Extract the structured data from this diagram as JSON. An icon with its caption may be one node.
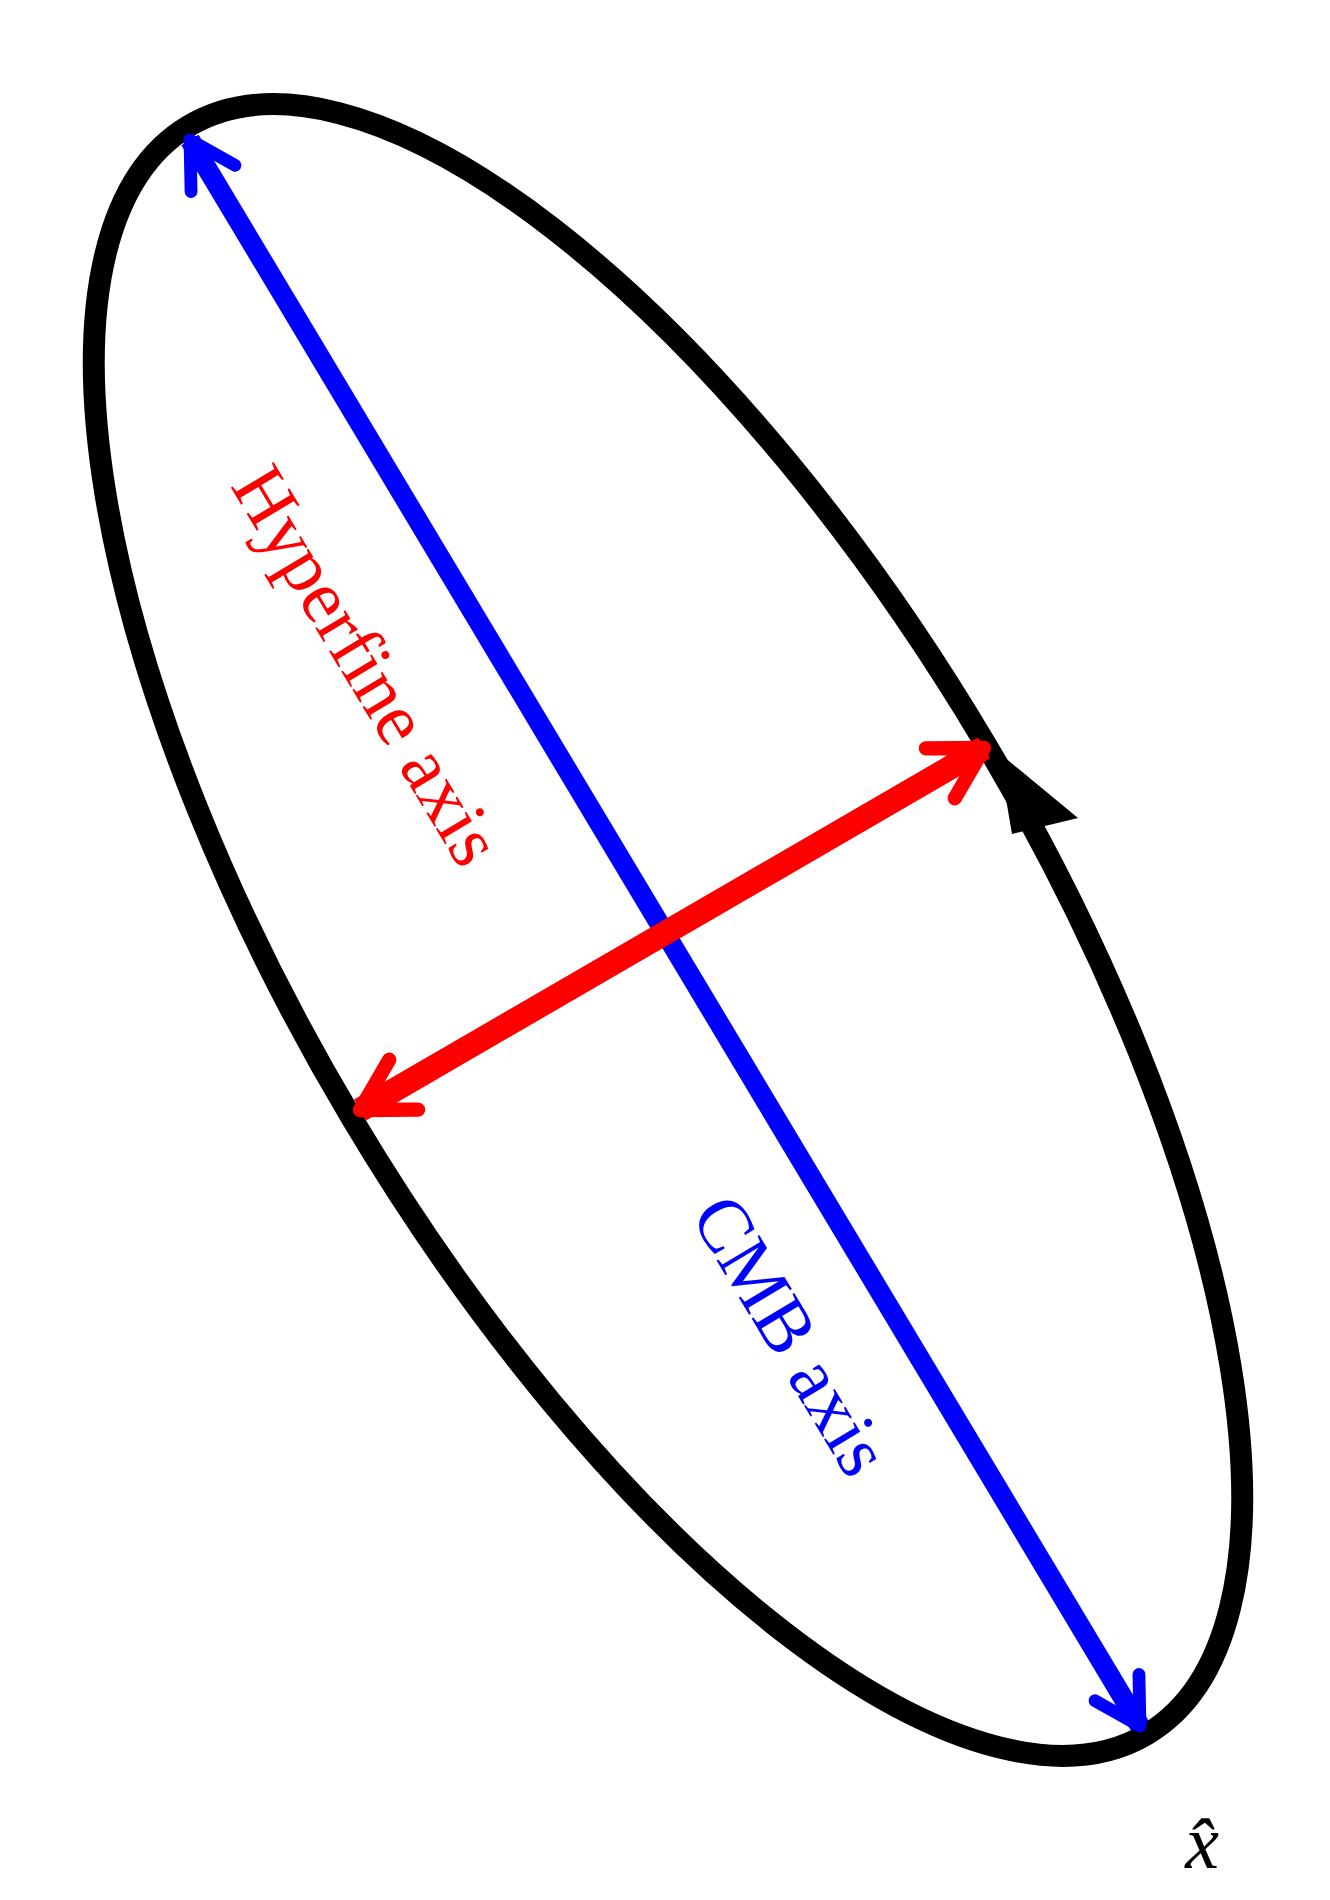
{
  "diagram": {
    "labels": [
      "Hyperfine axis",
      "CMB axis",
      "x̂"
    ]
  }
}
